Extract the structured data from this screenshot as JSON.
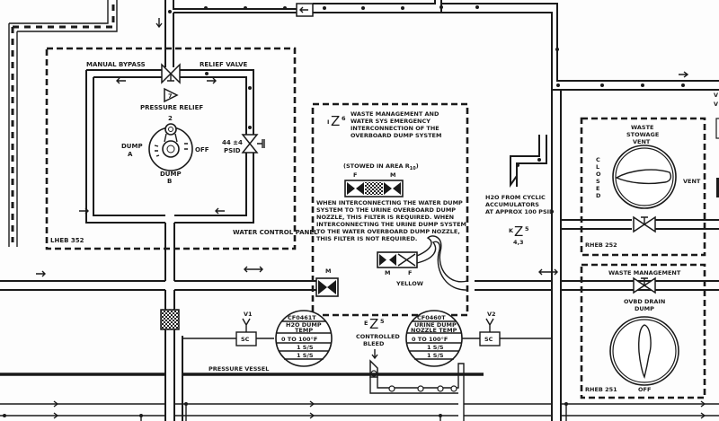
{
  "diagram": {
    "title": "Waste Management and Water System Schematic",
    "water_control_panel": {
      "panel_id": "LHEB 352",
      "panel_label": "WATER CONTROL PANEL",
      "manual_bypass": "MANUAL BYPASS",
      "relief_valve": "RELIEF VALVE",
      "pressure_relief_marker": "7",
      "pressure_relief_label": "PRESSURE RELIEF",
      "selector_number": "2",
      "dump_a_line1": "DUMP",
      "dump_a_line2": "A",
      "dump_b_line1": "DUMP",
      "dump_b_line2": "B",
      "off_label": "OFF",
      "psid_line1": "44 ±4",
      "psid_line2": "PSID"
    },
    "emergency_interconnect": {
      "zone_prefix": "I",
      "zone_letter": "Z",
      "zone_number": "6",
      "title_lines": [
        "WASTE MANAGEMENT AND",
        "WATER SYS EMERGENCY",
        "INTERCONNECTION OF THE",
        "OVERBOARD DUMP SYSTEM"
      ],
      "stowed_label": "(STOWED IN AREA R",
      "stowed_sub": "10",
      "stowed_close": ")",
      "filter_left": "F",
      "filter_right": "M",
      "note_lines": [
        "WHEN INTERCONNECTING THE WATER DUMP",
        "SYSTEM TO THE URINE OVERBOARD DUMP",
        "NOZZLE, THIS FILTER IS REQUIRED.  WHEN",
        "INTERCONNECTING THE URINE DUMP SYSTEM",
        "TO THE WATER OVERBOARD DUMP NOZZLE,",
        "THIS FILTER IS NOT REQUIRED."
      ],
      "connector_m": "M",
      "connector_f": "F",
      "port_m": "M",
      "hose_color": "YELLOW"
    },
    "cyclic_accumulators": {
      "lines": [
        "H2O FROM CYCLIC",
        "ACCUMULATORS",
        "AT APPROX 100 PSID"
      ],
      "zone_prefix": "K",
      "zone_letter": "Z",
      "zone_number": "5",
      "zone_sub": "4,3"
    },
    "waste_stowage_vent": {
      "panel_id": "RHEB 252",
      "title_lines": [
        "WASTE",
        "STOWAGE",
        "VENT"
      ],
      "closed_label": "CLOSED",
      "vent_label": "VENT"
    },
    "overboard_drain": {
      "panel_id": "RHEB 251",
      "title": "WASTE MANAGEMENT",
      "label_lines": [
        "OVBD DRAIN",
        "DUMP"
      ],
      "off_label": "OFF"
    },
    "controlled_bleed": {
      "zone_prefix": "E",
      "zone_letter": "Z",
      "zone_number": "5",
      "label_lines": [
        "CONTROLLED",
        "BLEED"
      ]
    },
    "pressure_vessel_label": "PRESSURE VESSEL",
    "meters": [
      {
        "id": "CF0461T",
        "lines": [
          "H2O DUMP",
          "TEMP"
        ],
        "range": "0 TO 100°F",
        "rate1": "1 S/S",
        "rate2": "1 S/S",
        "signal": "V1",
        "conditioner": "SC"
      },
      {
        "id": "CF0460T",
        "lines": [
          "URINE DUMP",
          "NOZZLE TEMP"
        ],
        "range": "0 TO 100°F",
        "rate1": "1 S/S",
        "rate2": "1 S/S",
        "signal": "V2",
        "conditioner": "SC"
      }
    ],
    "right_edge_fragment": "V"
  }
}
